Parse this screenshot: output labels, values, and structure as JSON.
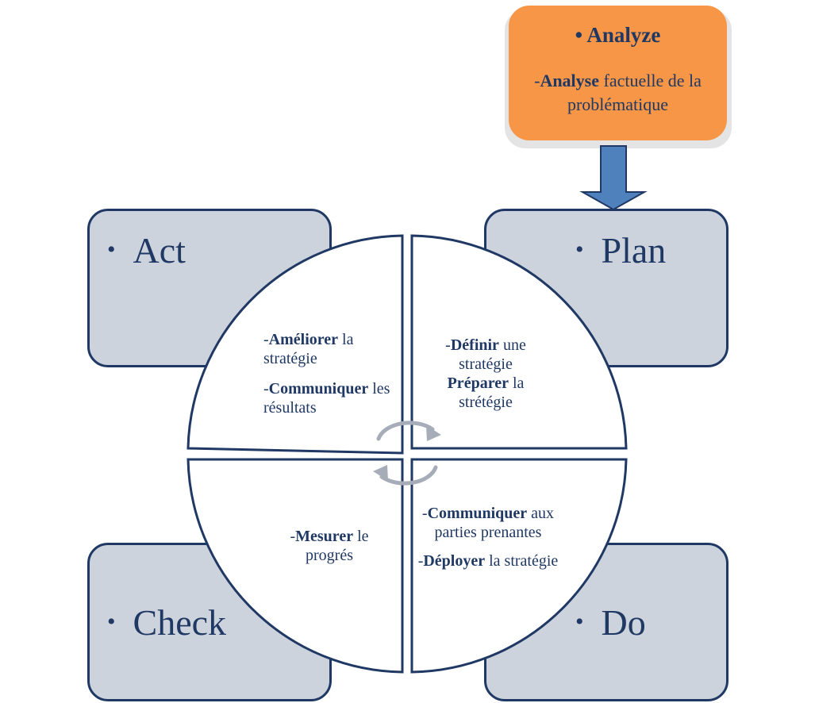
{
  "analyze": {
    "title": "Analyze",
    "desc_bold": "Analyse",
    "desc_rest": " factuelle de la problématique"
  },
  "corners": {
    "act": "Act",
    "plan": "Plan",
    "check": "Check",
    "do": "Do"
  },
  "quadrants": {
    "act": {
      "line1_bold": "Améliorer",
      "line1_rest": " la stratégie",
      "line2_bold": "Communiquer",
      "line2_rest": " les résultats"
    },
    "plan": {
      "line1_bold": "Définir",
      "line1_rest": " une stratégie",
      "line2_bold": "Préparer",
      "line2_rest": " la strétégie"
    },
    "check": {
      "line1_bold": "Mesurer",
      "line1_rest": " le progrés"
    },
    "do": {
      "line1_bold": "Communiquer",
      "line1_rest": " aux parties prenantes",
      "line2_bold": "Déployer",
      "line2_rest": " la stratégie"
    }
  },
  "colors": {
    "navy": "#1f3864",
    "corner_fill": "#cdd3dc",
    "analyze_fill": "#f79646",
    "arrow_fill": "#4f81bd",
    "cycle_arrow": "#a6adb8"
  },
  "icons": [
    "bullet-dot",
    "down-arrow-icon",
    "cycle-arrows-icon"
  ]
}
